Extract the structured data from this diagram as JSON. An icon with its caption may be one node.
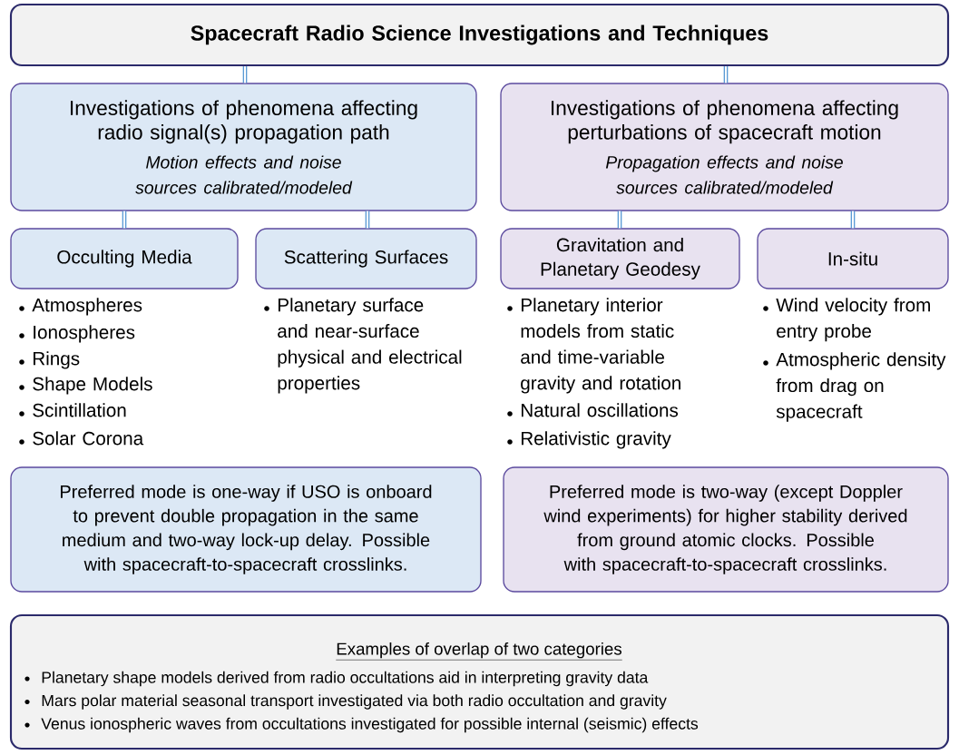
{
  "diagram": {
    "nodes": [
      {
        "text": [
          "Spacecraft Radio Science Investigations and Techniques"
        ]
      },
      {
        "text": [
          "Investigations of phenomena affecting radio signal(s) propagation path",
          "Motion effects and noise sources calibrated/modeled"
        ]
      },
      {
        "text": [
          "Investigations of phenomena affecting perturbations of spacecraft motion",
          "Propagation effects and noise sources calibrated/modeled"
        ]
      },
      {
        "text": [
          "Occulting Media"
        ]
      },
      {
        "text": [
          "Scattering Surfaces"
        ]
      },
      {
        "text": [
          "Gravitation and Planetary Geodesy"
        ]
      },
      {
        "text": [
          "In-situ"
        ]
      },
      {
        "text": [
          "Preferred mode is one-way if USO is onboard to prevent double propagation in the same medium and two-way lock-up delay. Possible with spacecraft-to-spacecraft crosslinks."
        ]
      },
      {
        "text": [
          "Preferred mode is two-way (except Doppler wind experiments) for higher stability derived from ground atomic clocks. Possible with spacecraft-to-spacecraft crosslinks."
        ]
      },
      {
        "text": [
          "Examples of overlap of two categories",
          "Planetary shape models derived from radio occultations aid in interpreting gravity data",
          "Mars polar material seasonal transport investigated via both radio occultation and gravity",
          "Venus ionospheric waves from occultations investigated for possible internal (seismic) effects"
        ]
      }
    ],
    "edges": [
      {
        "from": 0,
        "to": 1,
        "arrow": "none"
      },
      {
        "from": 0,
        "to": 2,
        "arrow": "none"
      },
      {
        "from": 1,
        "to": 3,
        "arrow": "none"
      },
      {
        "from": 1,
        "to": 4,
        "arrow": "none"
      },
      {
        "from": 2,
        "to": 5,
        "arrow": "none"
      },
      {
        "from": 2,
        "to": 6,
        "arrow": "none"
      }
    ],
    "labels": [
      "Atmospheres",
      "Ionospheres",
      "Rings",
      "Shape Models",
      "Scintillation",
      "Solar Corona",
      "Planetary surface and near-surface physical and electrical properties",
      "Planetary interior models from static and time-variable gravity and rotation",
      "Natural oscillations",
      "Relativistic gravity",
      "Wind velocity from entry probe",
      "Atmospheric density from drag on spacecraft"
    ]
  }
}
